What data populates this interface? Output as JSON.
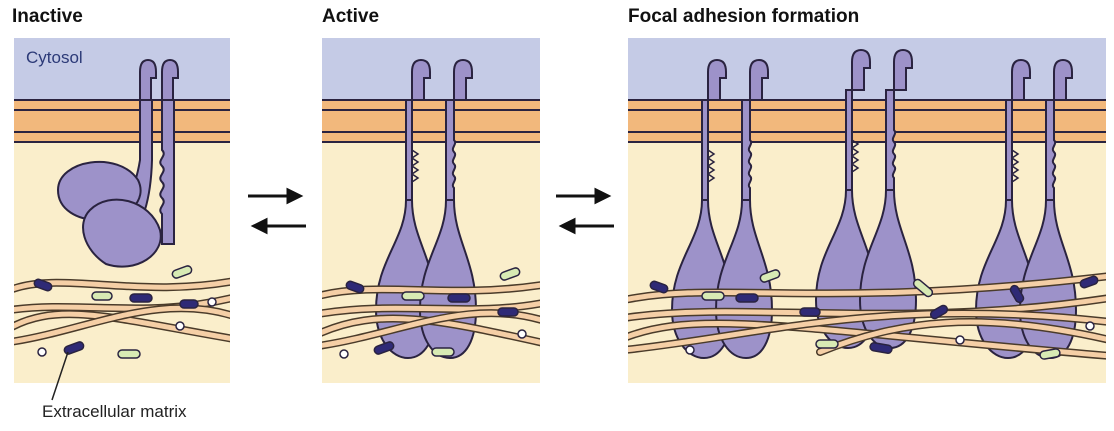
{
  "panels": {
    "inactive": {
      "title": "Inactive"
    },
    "active": {
      "title": "Active"
    },
    "focal": {
      "title": "Focal adhesion formation"
    }
  },
  "labels": {
    "cytosol": "Cytosol",
    "ecm": "Extracellular matrix"
  },
  "colors": {
    "cytosol": "#c5cbe6",
    "membrane": "#f2b87c",
    "extracellular": "#faeecb",
    "integrin": "#9d92c9",
    "fiber": "#f5cfa6",
    "fiber_outline": "#4a3b2a",
    "protein_dark": "#2f2a76",
    "protein_light": "#d8eab4",
    "outline": "#2a2340"
  },
  "arrows": [
    "right-arrow-icon",
    "left-arrow-icon"
  ]
}
